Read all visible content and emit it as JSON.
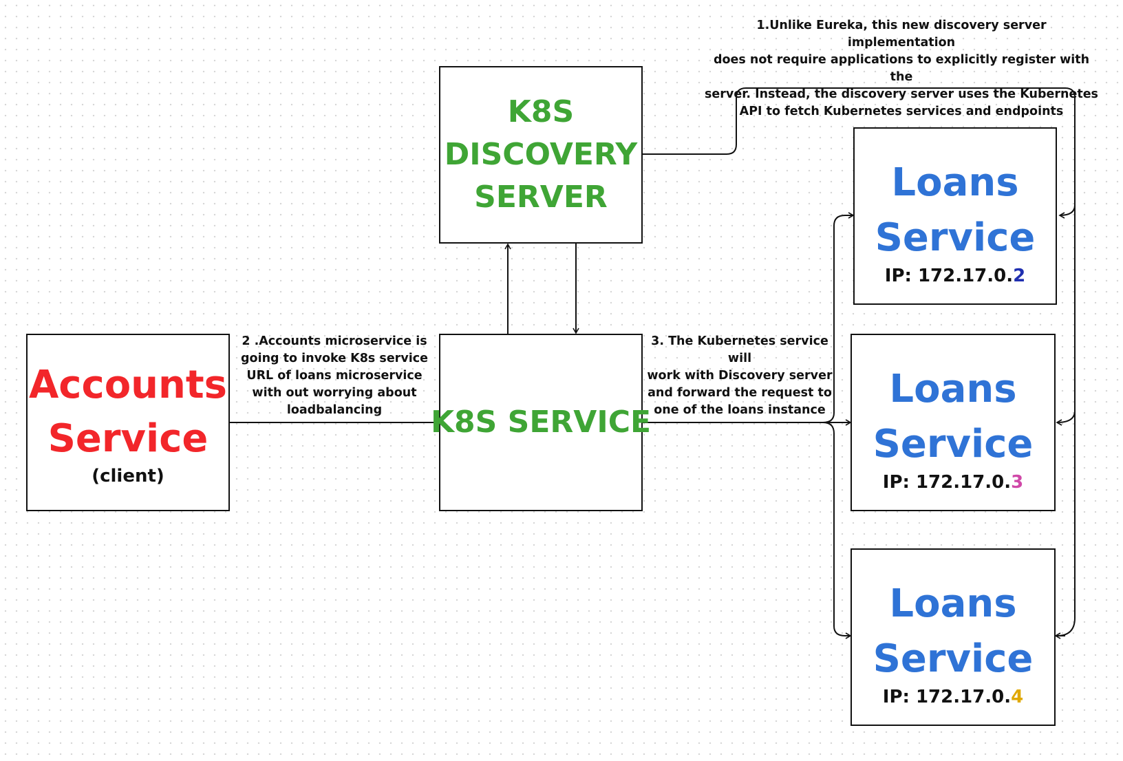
{
  "discovery_server": {
    "lines": [
      "K8S",
      "DISCOVERY",
      "SERVER"
    ]
  },
  "k8s_service": {
    "label": "K8S SERVICE"
  },
  "accounts_service": {
    "line1": "Accounts",
    "line2": "Service",
    "sub": "(client)"
  },
  "loans_instances": [
    {
      "line1": "Loans",
      "line2": "Service",
      "ip_prefix": "IP: 172.17.0.",
      "ip_suffix": "2",
      "suffix_color": "#1f2fb0"
    },
    {
      "line1": "Loans",
      "line2": "Service",
      "ip_prefix": "IP: 172.17.0.",
      "ip_suffix": "3",
      "suffix_color": "#d048a8"
    },
    {
      "line1": "Loans",
      "line2": "Service",
      "ip_prefix": "IP: 172.17.0.",
      "ip_suffix": "4",
      "suffix_color": "#e0a800"
    }
  ],
  "annotations": {
    "note1": [
      "1.Unlike Eureka, this new discovery server implementation",
      "does not require applications to explicitly register with the",
      "server. Instead, the discovery server uses the Kubernetes",
      "API to fetch Kubernetes services and endpoints"
    ],
    "note2": [
      "2 .Accounts microservice is",
      "going to invoke K8s service",
      "URL of loans microservice",
      "with out worrying about",
      "loadbalancing"
    ],
    "note3": [
      "3. The Kubernetes service will",
      "work with Discovery server",
      "and forward the request to",
      "one of the loans instance"
    ]
  },
  "colors": {
    "green": "#3fa535",
    "blue": "#2f73d6",
    "red": "#f2262a"
  }
}
